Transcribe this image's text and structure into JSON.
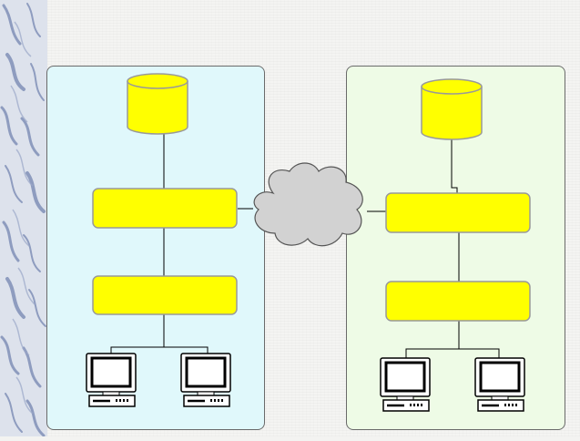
{
  "colors": {
    "left_panel_fill": "#e0f8fb",
    "right_panel_fill": "#eefbe6",
    "node_fill": "#ffff00",
    "node_border": "#999999",
    "cloud_fill": "#d2d2d2",
    "line": "#000000",
    "marble_stroke": "#6f7fa9"
  },
  "networks": [
    {
      "id": "left",
      "components": [
        "database-icon",
        "yellow-box",
        "yellow-box",
        "workstation-icon",
        "workstation-icon"
      ]
    },
    {
      "id": "right",
      "components": [
        "database-icon",
        "yellow-box",
        "yellow-box",
        "workstation-icon",
        "workstation-icon"
      ]
    }
  ],
  "link": {
    "component": "cloud-icon"
  }
}
